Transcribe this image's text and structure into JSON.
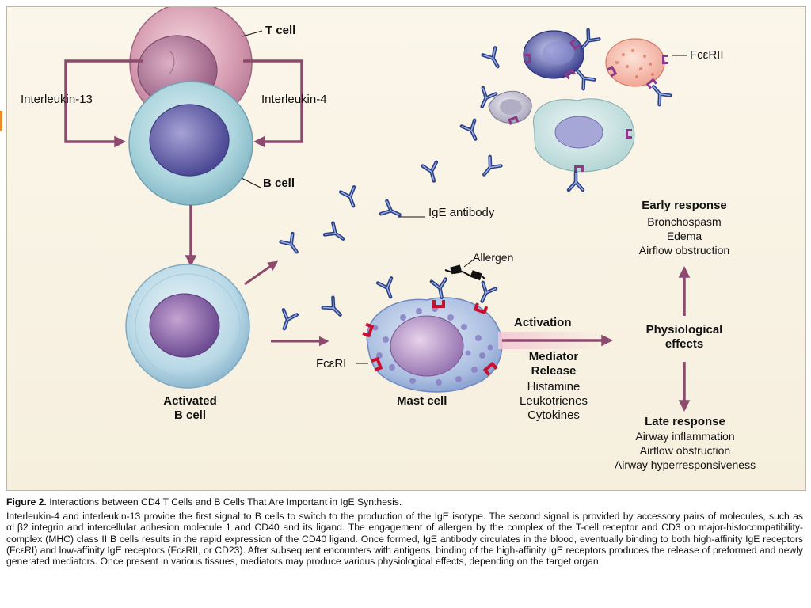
{
  "labels": {
    "t_cell": "T cell",
    "interleukin13": "Interleukin-13",
    "interleukin4": "Interleukin-4",
    "b_cell": "B cell",
    "fceRII": "FcεRII",
    "ige_antibody": "IgE antibody",
    "allergen": "Allergen",
    "activated_b_cell": [
      "Activated",
      "B cell"
    ],
    "fceRI": "FcεRI",
    "mast_cell": "Mast cell",
    "activation": "Activation",
    "mediator_release": [
      "Mediator",
      "Release"
    ],
    "mediators": [
      "Histamine",
      "Leukotrienes",
      "Cytokines"
    ],
    "physiological_effects": [
      "Physiological",
      "effects"
    ],
    "early_response": {
      "title": "Early response",
      "items": [
        "Bronchospasm",
        "Edema",
        "Airflow obstruction"
      ]
    },
    "late_response": {
      "title": "Late response",
      "items": [
        "Airway inflammation",
        "Airflow obstruction",
        "Airway hyperresponsiveness"
      ]
    }
  },
  "caption": {
    "figure_number": "Figure 2.",
    "title": "Interactions between CD4 T Cells and B Cells That Are Important in IgE Synthesis.",
    "body": "Interleukin-4 and interleukin-13 provide the first signal to B cells to switch to the production of the IgE isotype. The second signal is provided by accessory pairs of molecules, such as αLβ2 integrin and intercellular adhesion molecule 1 and CD40 and its ligand. The engagement of allergen by the complex of the T-cell receptor and CD3 on major-histocompatibility-complex (MHC) class II B cells results in the rapid expression of the CD40 ligand. Once formed, IgE antibody circulates in the blood, eventually binding to both high-affinity IgE receptors (FcεRI) and low-affinity IgE receptors (FcεRII, or CD23). After subsequent encounters with antigens, binding of the high-affinity IgE receptors produces the release of preformed and newly generated mediators. Once present in various tissues, mediators may produce various physiological effects, depending on the target organ."
  },
  "colors": {
    "arrow": "#8e4a6e",
    "antibody": "#2a3f86",
    "receptor_high": "#c8102e",
    "receptor_low": "#8b3a8a",
    "allergen": "#111111"
  }
}
